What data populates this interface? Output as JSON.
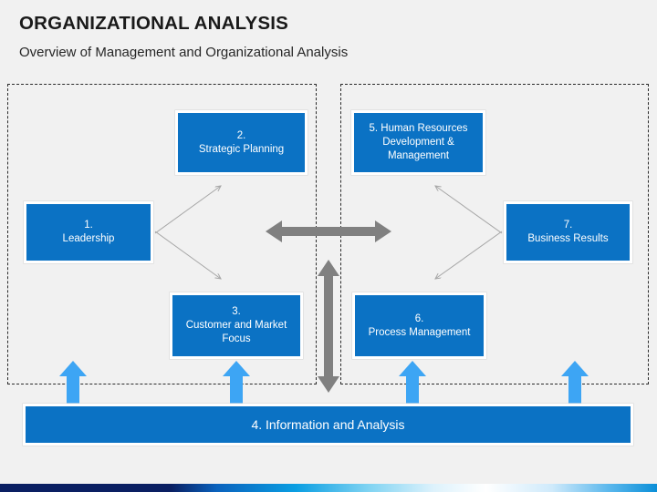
{
  "header": {
    "title": "ORGANIZATIONAL ANALYSIS",
    "subtitle": "Overview of Management and Organizational Analysis"
  },
  "colors": {
    "box_blue": "#0b72c4",
    "arrow_light_blue": "#3da5f4",
    "arrow_gray": "#808080",
    "thin_arrow_gray": "#a6a6a6",
    "background": "#f1f1f1",
    "dashed_border": "#2b2b2b",
    "strip_navy": "#0a1f62",
    "strip_cyan": "#0a9ee2"
  },
  "regions": [
    {
      "name": "left-group",
      "label": ""
    },
    {
      "name": "right-group",
      "label": ""
    }
  ],
  "boxes": [
    {
      "id": "box1",
      "number": "1.",
      "lines": [
        "1.",
        "Leadership"
      ]
    },
    {
      "id": "box2",
      "number": "2.",
      "lines": [
        "2.",
        "Strategic Planning"
      ]
    },
    {
      "id": "box3",
      "number": "3.",
      "lines": [
        "3.",
        "Customer and Market",
        "Focus"
      ]
    },
    {
      "id": "box5",
      "number": "5.",
      "lines": [
        "5. Human Resources",
        "Development &",
        "Management"
      ]
    },
    {
      "id": "box6",
      "number": "6.",
      "lines": [
        "6.",
        "Process Management"
      ]
    },
    {
      "id": "box7",
      "number": "7.",
      "lines": [
        "7.",
        "Business Results"
      ]
    }
  ],
  "bottom_bar": {
    "label": "4. Information and Analysis"
  },
  "arrows": {
    "horizontal_double": "double-headed-horizontal-arrow",
    "vertical_double": "double-headed-vertical-arrow",
    "up_arrows_count": 4,
    "connectors": [
      "leadership-to-strategic-planning",
      "leadership-to-customer-market-focus",
      "human-resources-to-business-results",
      "process-management-to-business-results"
    ]
  }
}
